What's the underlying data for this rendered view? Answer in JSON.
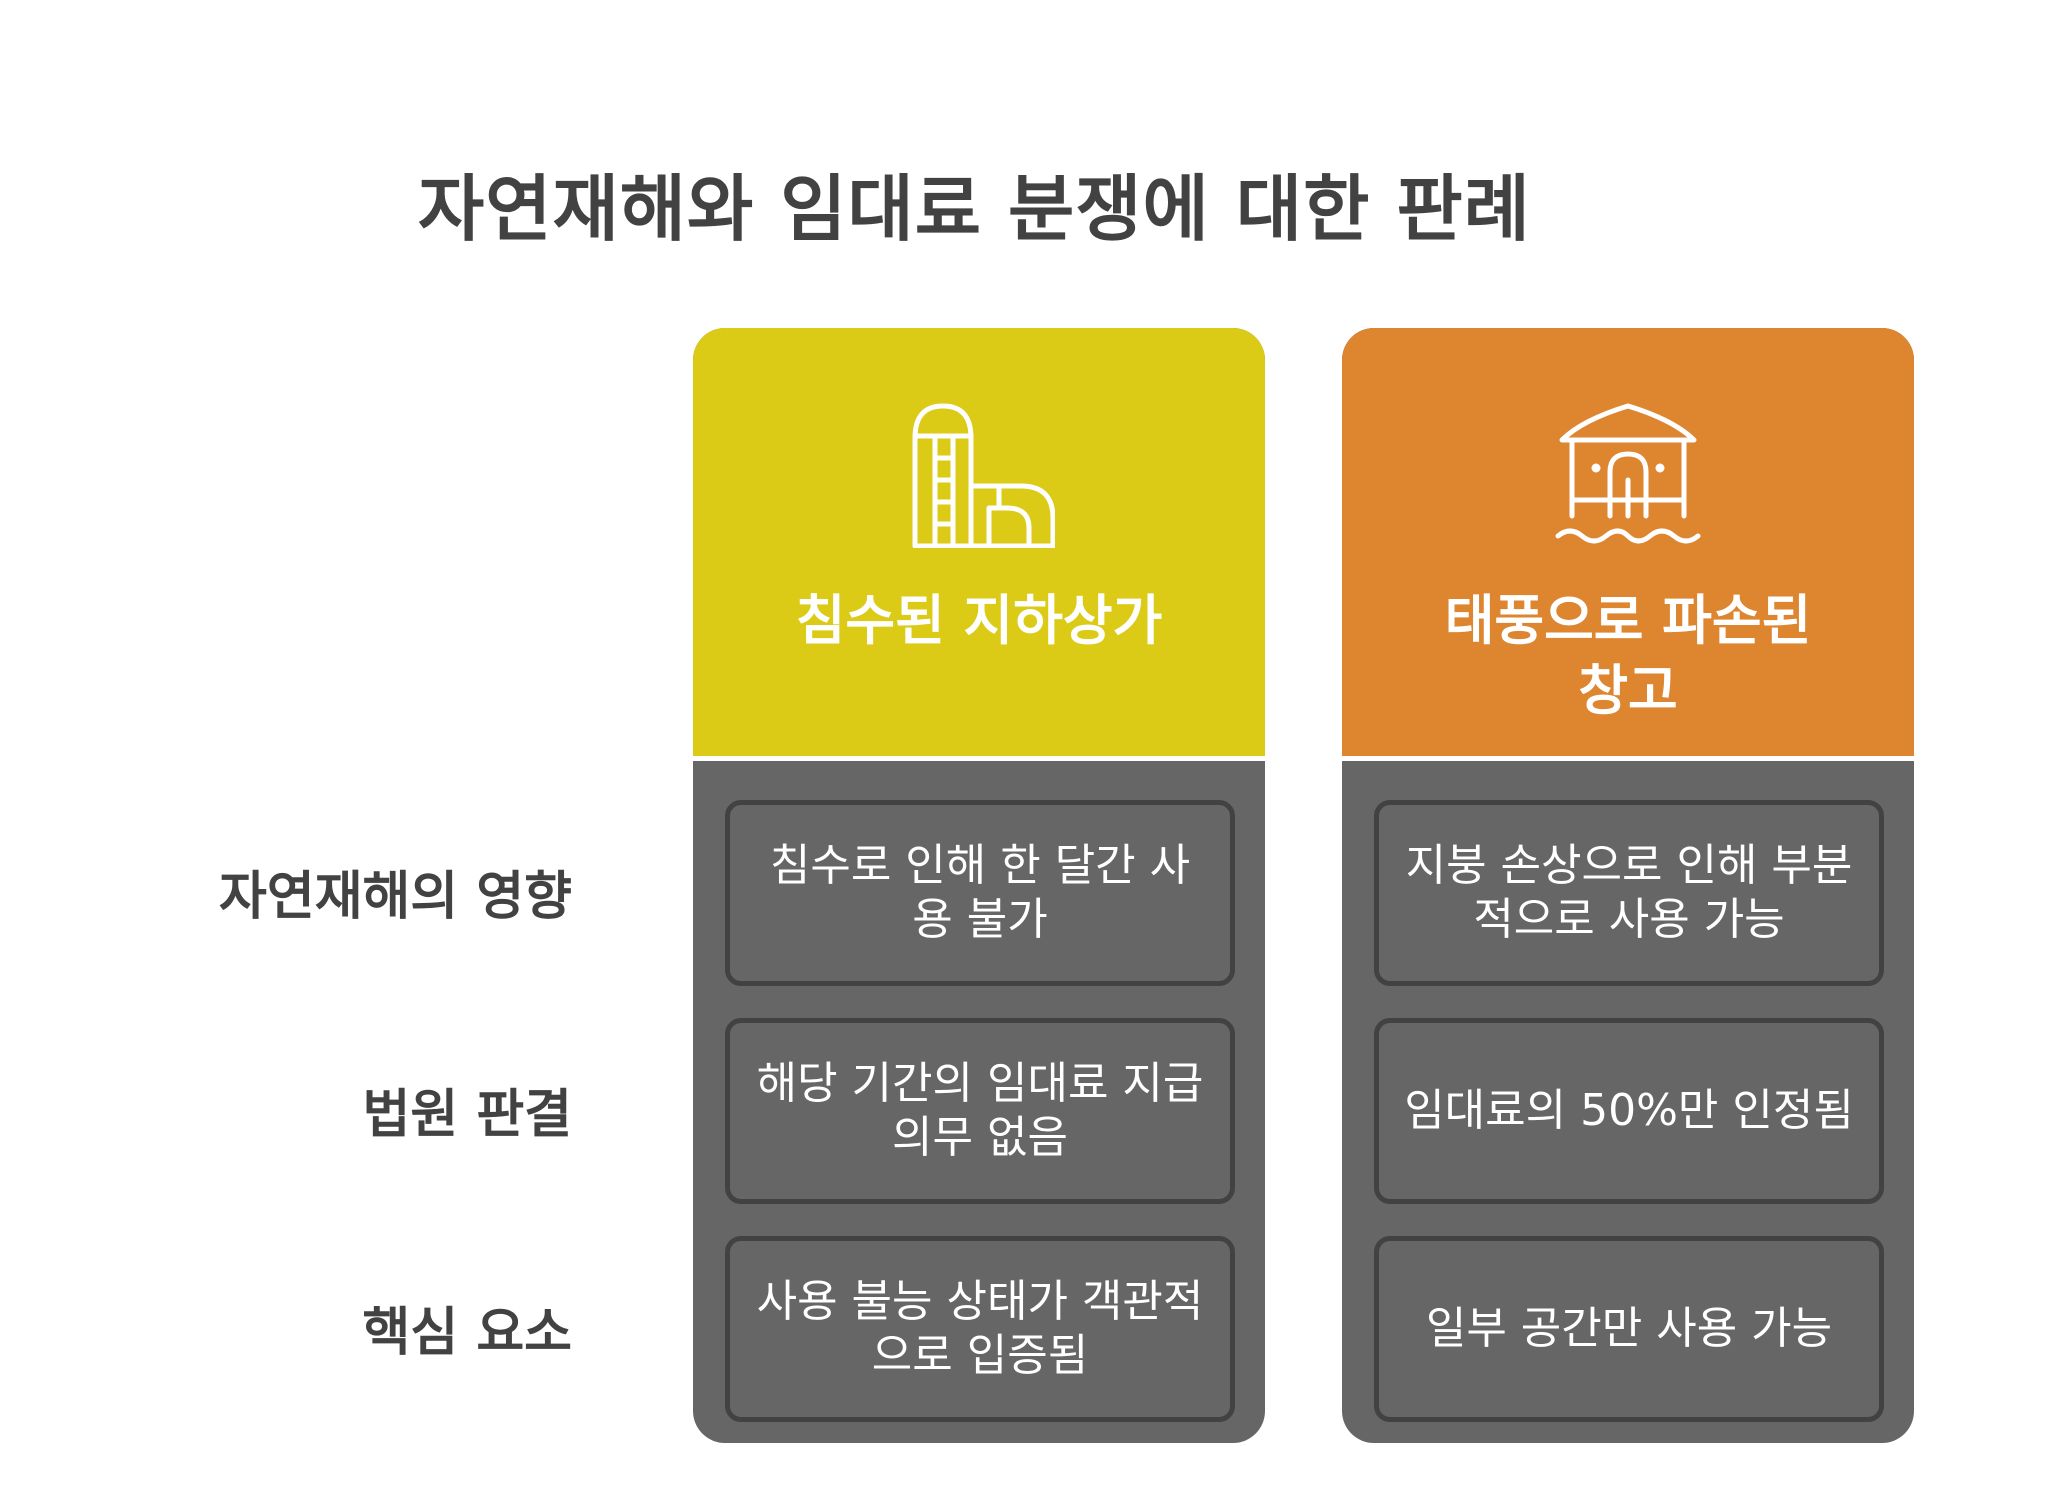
{
  "title": "자연재해와 임대료 분쟁에 대한 판례",
  "row_labels": [
    "자연재해의 영향",
    "법원 판결",
    "핵심 요소"
  ],
  "colors": {
    "yellow": "#DCCB16",
    "orange": "#DE8530",
    "cell_bg": "#666666",
    "cell_border": "#424242",
    "title_text": "#424242"
  },
  "columns": [
    {
      "icon": "flooded-building-icon",
      "title": "침수된 지하상가",
      "cells": [
        "침수로 인해 한 달간 사용 불가",
        "해당 기간의 임대료 지급 의무 없음",
        "사용 불능 상태가 객관적으로 입증됨"
      ]
    },
    {
      "icon": "damaged-warehouse-icon",
      "title": "태풍으로 파손된 창고",
      "cells": [
        "지붕 손상으로 인해 부분적으로 사용 가능",
        "임대료의 50%만 인정됨",
        "일부 공간만 사용 가능"
      ]
    }
  ]
}
